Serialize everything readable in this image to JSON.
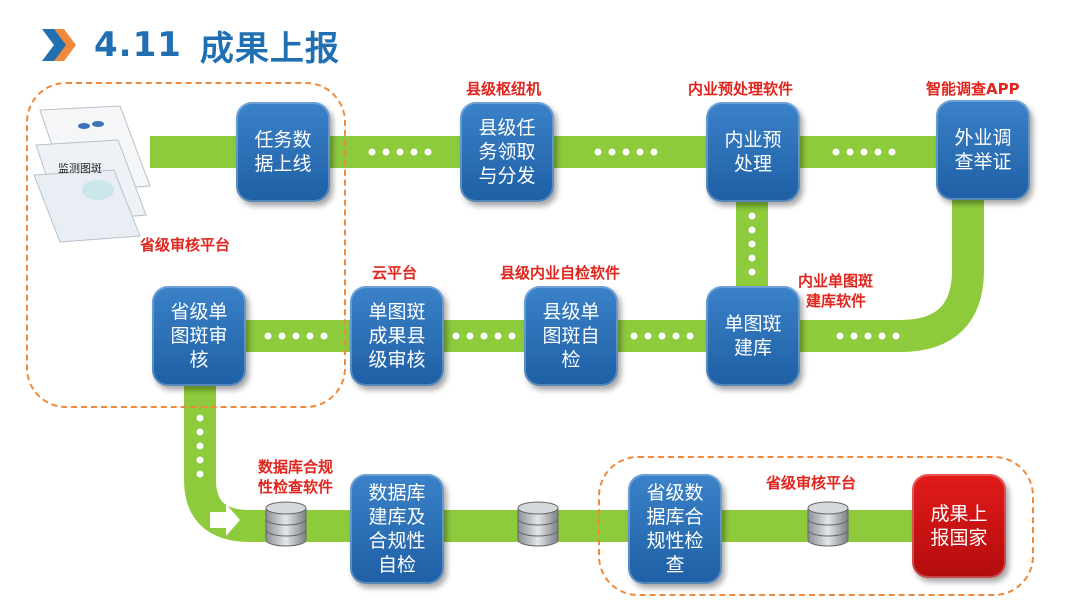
{
  "header": {
    "number": "4.11",
    "title": "成果上报"
  },
  "colors": {
    "pipe": "#8dcb3c",
    "node": "#2e6db4",
    "final_node": "#cc1010",
    "label": "#e0261e",
    "dash": "#ef8a3c",
    "title": "#1f6fb2"
  },
  "source": {
    "label": "监测图斑"
  },
  "nodes": {
    "task_online": "任务数据上线",
    "county_receive": "县级任务领取与分发",
    "office_preprocess": "内业预处理",
    "field_survey": "外业调查举证",
    "build_db": "单图斑建库",
    "county_selfcheck": "县级单图斑自检",
    "county_review": "单图斑成果县级审核",
    "province_review": "省级单图斑审核",
    "db_compliance": "数据库建库及合规性自检",
    "province_db_check": "省级数据库合规性检查",
    "report_nation": "成果上报国家"
  },
  "node_lines": {
    "task_online": [
      "任务数",
      "据上线"
    ],
    "county_receive": [
      "县级任",
      "务领取",
      "与分发"
    ],
    "office_preprocess": [
      "内业预",
      "处理"
    ],
    "field_survey": [
      "外业调",
      "查举证"
    ],
    "build_db": [
      "单图斑",
      "建库"
    ],
    "county_selfcheck": [
      "县级单",
      "图斑自",
      "检"
    ],
    "county_review": [
      "单图斑",
      "成果县",
      "级审核"
    ],
    "province_review": [
      "省级单",
      "图斑审",
      "核"
    ],
    "db_compliance": [
      "数据库",
      "建库及",
      "合规性",
      "自检"
    ],
    "province_db_check": [
      "省级数",
      "据库合",
      "规性检",
      "查"
    ],
    "report_nation": [
      "成果上",
      "报国家"
    ]
  },
  "labels": {
    "county_hub": "县级枢纽机",
    "preprocess_software": "内业预处理软件",
    "survey_app": "智能调查APP",
    "province_platform_top": "省级审核平台",
    "cloud_platform": "云平台",
    "selfcheck_software": "县级内业自检软件",
    "build_software_1": "内业单图斑",
    "build_software_2": "建库软件",
    "db_software_1": "数据库合规",
    "db_software_2": "性检查软件",
    "province_platform_bottom": "省级审核平台"
  }
}
